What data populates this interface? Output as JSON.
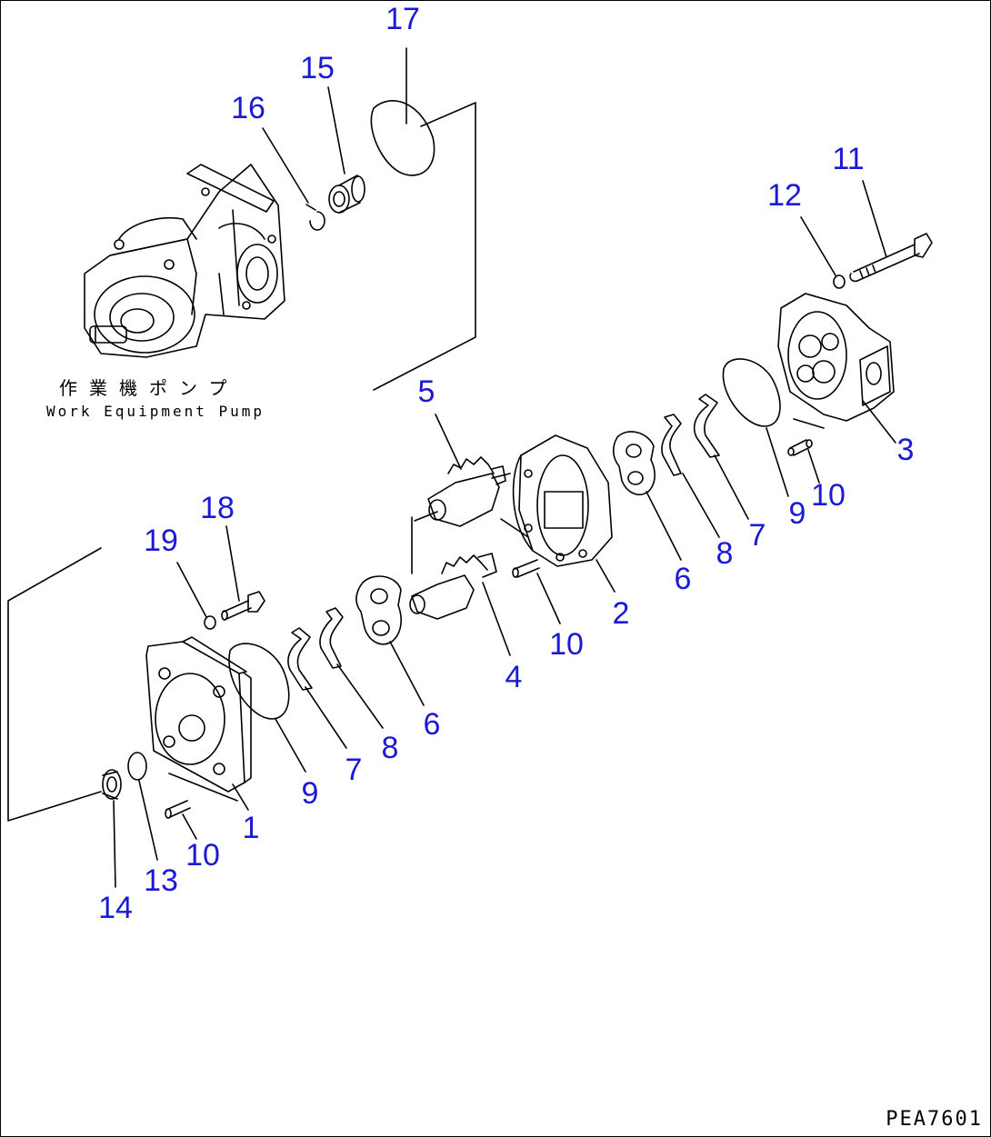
{
  "diagram": {
    "pump_label_jp": "作業機ポンプ",
    "pump_label_en": "Work Equipment Pump",
    "drawing_code": "PEA7601",
    "callouts": [
      {
        "id": "c17",
        "label": "17"
      },
      {
        "id": "c15",
        "label": "15"
      },
      {
        "id": "c16",
        "label": "16"
      },
      {
        "id": "c11",
        "label": "11"
      },
      {
        "id": "c12",
        "label": "12"
      },
      {
        "id": "c5",
        "label": "5"
      },
      {
        "id": "c3",
        "label": "3"
      },
      {
        "id": "c10a",
        "label": "10"
      },
      {
        "id": "c9a",
        "label": "9"
      },
      {
        "id": "c7a",
        "label": "7"
      },
      {
        "id": "c8a",
        "label": "8"
      },
      {
        "id": "c6a",
        "label": "6"
      },
      {
        "id": "c2",
        "label": "2"
      },
      {
        "id": "c10b",
        "label": "10"
      },
      {
        "id": "c4",
        "label": "4"
      },
      {
        "id": "c18",
        "label": "18"
      },
      {
        "id": "c19",
        "label": "19"
      },
      {
        "id": "c6b",
        "label": "6"
      },
      {
        "id": "c8b",
        "label": "8"
      },
      {
        "id": "c7b",
        "label": "7"
      },
      {
        "id": "c9b",
        "label": "9"
      },
      {
        "id": "c1",
        "label": "1"
      },
      {
        "id": "c10c",
        "label": "10"
      },
      {
        "id": "c13",
        "label": "13"
      },
      {
        "id": "c14",
        "label": "14"
      }
    ],
    "colors": {
      "callout": "#1a1ad6",
      "line": "#000000"
    }
  }
}
